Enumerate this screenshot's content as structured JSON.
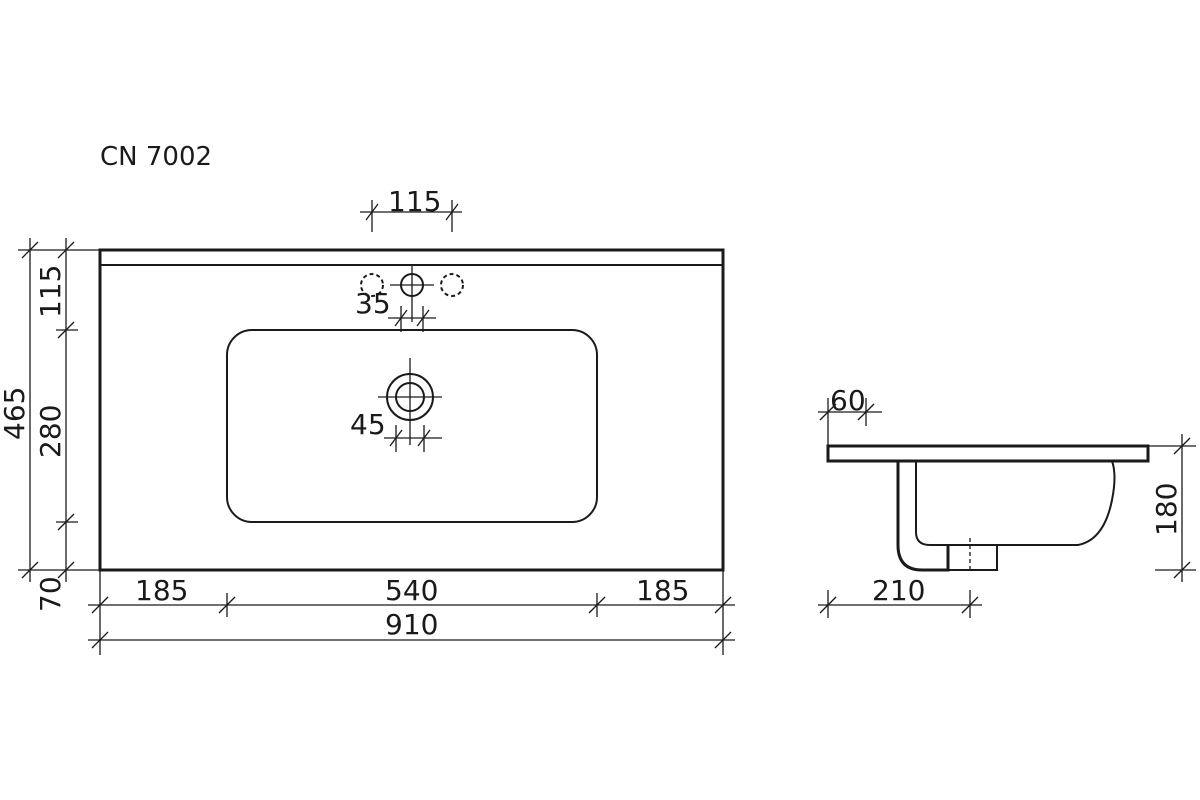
{
  "title": "CN 7002",
  "top_view": {
    "dim_tap_spacing": "115",
    "dim_tap_hole": "35",
    "dim_drain": "45",
    "dim_total_depth": "465",
    "dim_back_rail": "115",
    "dim_bowl_depth": "280",
    "dim_front_rail": "70",
    "dim_left_margin": "185",
    "dim_bowl_width": "540",
    "dim_right_margin": "185",
    "dim_total_width": "910"
  },
  "side_view": {
    "dim_front_overhang": "60",
    "dim_height": "180",
    "dim_bowl_projection": "210"
  }
}
